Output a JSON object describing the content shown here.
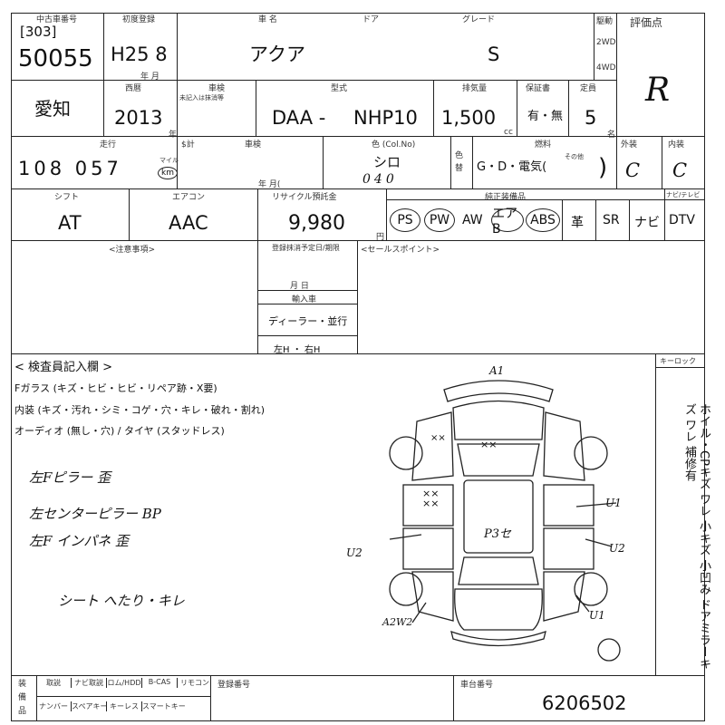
{
  "header": {
    "lot_label": "中古車番号",
    "lot_code": "[303]",
    "lot_number": "50055",
    "first_reg_label": "初度登録",
    "first_reg": "H25 8",
    "first_reg_units": "年 月",
    "model_label": "車 名",
    "door_label": "ドア",
    "grade_label": "グレード",
    "model": "アクア",
    "grade": "S",
    "drive_label": "駆動",
    "drive_2wd": "2WD",
    "drive_4wd": "4WD",
    "rating_label": "評価点",
    "rating": "R"
  },
  "row2": {
    "region": "愛知",
    "year_label": "西暦",
    "year": "2013",
    "year_unit": "年",
    "inspection_label": "車検",
    "inspection_note": "未記入は抹消等",
    "type_label": "型式",
    "type_prefix": "DAA -",
    "type_code": "NHP10",
    "displacement_label": "排気量",
    "displacement": "1,500",
    "displacement_unit": "cc",
    "warranty_label": "保証書",
    "warranty": "有・無",
    "capacity_label": "定員",
    "capacity": "5",
    "capacity_unit": "名"
  },
  "row3": {
    "mileage_label": "走行",
    "meter_label": "$計",
    "mileage": "108 057",
    "mileage_unit_top": "マイル",
    "mileage_unit": "km",
    "owner_label": "車検",
    "expiry_units": "年 月(",
    "color_label": "色 (Col.No)",
    "color": "シロ",
    "color_code": "040",
    "color_change_label": "色替",
    "fuel_label": "燃料",
    "fuel_options": "G・D・電気(",
    "fuel_other": "その他",
    "exterior_label": "外装",
    "exterior": "C",
    "interior_label": "内装",
    "interior": "C"
  },
  "row4": {
    "shift_label": "シフト",
    "shift": "AT",
    "aircon_label": "エアコン",
    "aircon": "AAC",
    "recycle_label": "リサイクル預託金",
    "recycle": "9,980",
    "recycle_unit": "円",
    "equipment_label": "純正装備品",
    "equipment": [
      "PS",
      "PW",
      "AW",
      "エアB",
      "ABS",
      "革",
      "SR",
      "ナビ",
      "DTV"
    ],
    "nav_tv_label": "ナビ/テレビ"
  },
  "notes": {
    "caution_label": "<注意事項>",
    "reg_label": "登録抹消予定日/期限",
    "month_day": "月 日",
    "import_label": "輸入車",
    "import_value": "ディーラー・並行",
    "handle": "左H ・ 右H",
    "sales_label": "<セールスポイント>"
  },
  "inspection": {
    "title": "< 検査員記入欄 >",
    "glass": "Fガラス (キズ・ヒビ・ヒビ・リペア跡・X要)",
    "interior": "内装 (キズ・汚れ・シミ・コゲ・穴・キレ・破れ・割れ)",
    "audio": "オーディオ (無し・穴) / タイヤ (スタッドレス)",
    "hand1": "左Fピラー 歪",
    "hand2": "左センターピラー BP",
    "hand3": "左F インパネ 歪",
    "hand4": "シート へたり・キレ",
    "door_lock": "キーロック",
    "side_note": "ホイル・CPキズ ワレ 小キズ 小凹み ドアミラーキズ ワレ 補修有"
  },
  "diagram": {
    "a1": "A1",
    "xx1": "××",
    "xx2": "××",
    "xx3": "××",
    "xx4": "××",
    "center": "P3セ",
    "u1a": "U1",
    "u1b": "U1",
    "u2a": "U2",
    "u2b": "U2",
    "a2w2": "A2W2"
  },
  "footer": {
    "equip_label": "装備品",
    "row1": [
      "取説",
      "ナビ取説",
      "ロム/HDD",
      "B-CAS",
      "リモコン"
    ],
    "row2": [
      "ナンバー",
      "スペアキー",
      "キーレス",
      "スマートキー"
    ],
    "reg_no_label": "登録番号",
    "chassis_label": "車台番号",
    "chassis": "6206502"
  }
}
